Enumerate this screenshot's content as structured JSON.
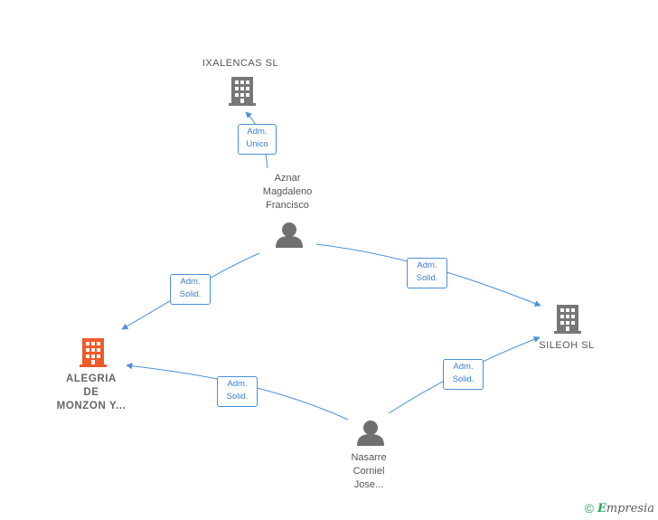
{
  "nodes": {
    "ixalencas": {
      "name": "IXALENCAS  SL",
      "type": "company"
    },
    "aznar": {
      "name_lines": [
        "Aznar",
        "Magdaleno",
        "Francisco"
      ],
      "type": "person"
    },
    "alegria": {
      "name_lines": [
        "ALEGRIA",
        "DE",
        "MONZON Y..."
      ],
      "type": "company-focus"
    },
    "sileoh": {
      "name": "SILEOH  SL",
      "type": "company"
    },
    "nasarre": {
      "name_lines": [
        "Nasarre",
        "Corniel",
        "Jose..."
      ],
      "type": "person"
    }
  },
  "edges": [
    {
      "id": "aznar-ixalencas",
      "from": "aznar",
      "to": "ixalencas",
      "label_lines": [
        "Adm.",
        "Unico"
      ]
    },
    {
      "id": "aznar-alegria",
      "from": "aznar",
      "to": "alegria",
      "label_lines": [
        "Adm.",
        "Solid."
      ]
    },
    {
      "id": "aznar-sileoh",
      "from": "aznar",
      "to": "sileoh",
      "label_lines": [
        "Adm.",
        "Solid."
      ]
    },
    {
      "id": "nasarre-alegria",
      "from": "nasarre",
      "to": "alegria",
      "label_lines": [
        "Adm.",
        "Solid."
      ]
    },
    {
      "id": "nasarre-sileoh",
      "from": "nasarre",
      "to": "sileoh",
      "label_lines": [
        "Adm.",
        "Solid."
      ]
    }
  ],
  "colors": {
    "edge": "#4a90d9",
    "company_icon": "#777777",
    "focus_icon": "#f05a2a",
    "person_icon": "#6f6f6f",
    "brand": "#2aa35f"
  },
  "icons": {
    "company": "building-icon",
    "person": "person-icon"
  },
  "footer": {
    "copyright": "©",
    "brand_first": "E",
    "brand_rest": "mpresia"
  }
}
